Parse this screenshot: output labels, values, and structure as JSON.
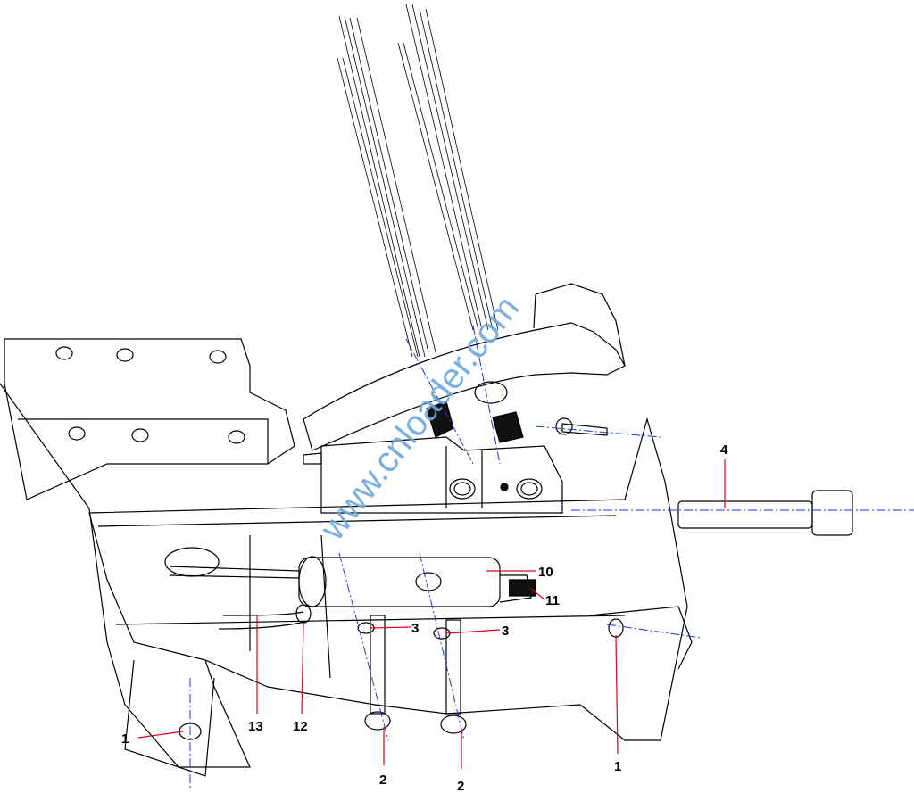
{
  "diagram": {
    "watermark": "www.cnloader.com",
    "callouts": [
      {
        "id": "c1a",
        "label": "1"
      },
      {
        "id": "c1b",
        "label": "1"
      },
      {
        "id": "c2a",
        "label": "2"
      },
      {
        "id": "c2b",
        "label": "2"
      },
      {
        "id": "c3a",
        "label": "3"
      },
      {
        "id": "c3b",
        "label": "3"
      },
      {
        "id": "c4",
        "label": "4"
      },
      {
        "id": "c10",
        "label": "10"
      },
      {
        "id": "c11",
        "label": "11"
      },
      {
        "id": "c12",
        "label": "12"
      },
      {
        "id": "c13",
        "label": "13"
      }
    ],
    "colors": {
      "line": "#000000",
      "axis": "#2233dd",
      "leader": "#e0001b",
      "watermark": "#6fa8dc"
    }
  }
}
